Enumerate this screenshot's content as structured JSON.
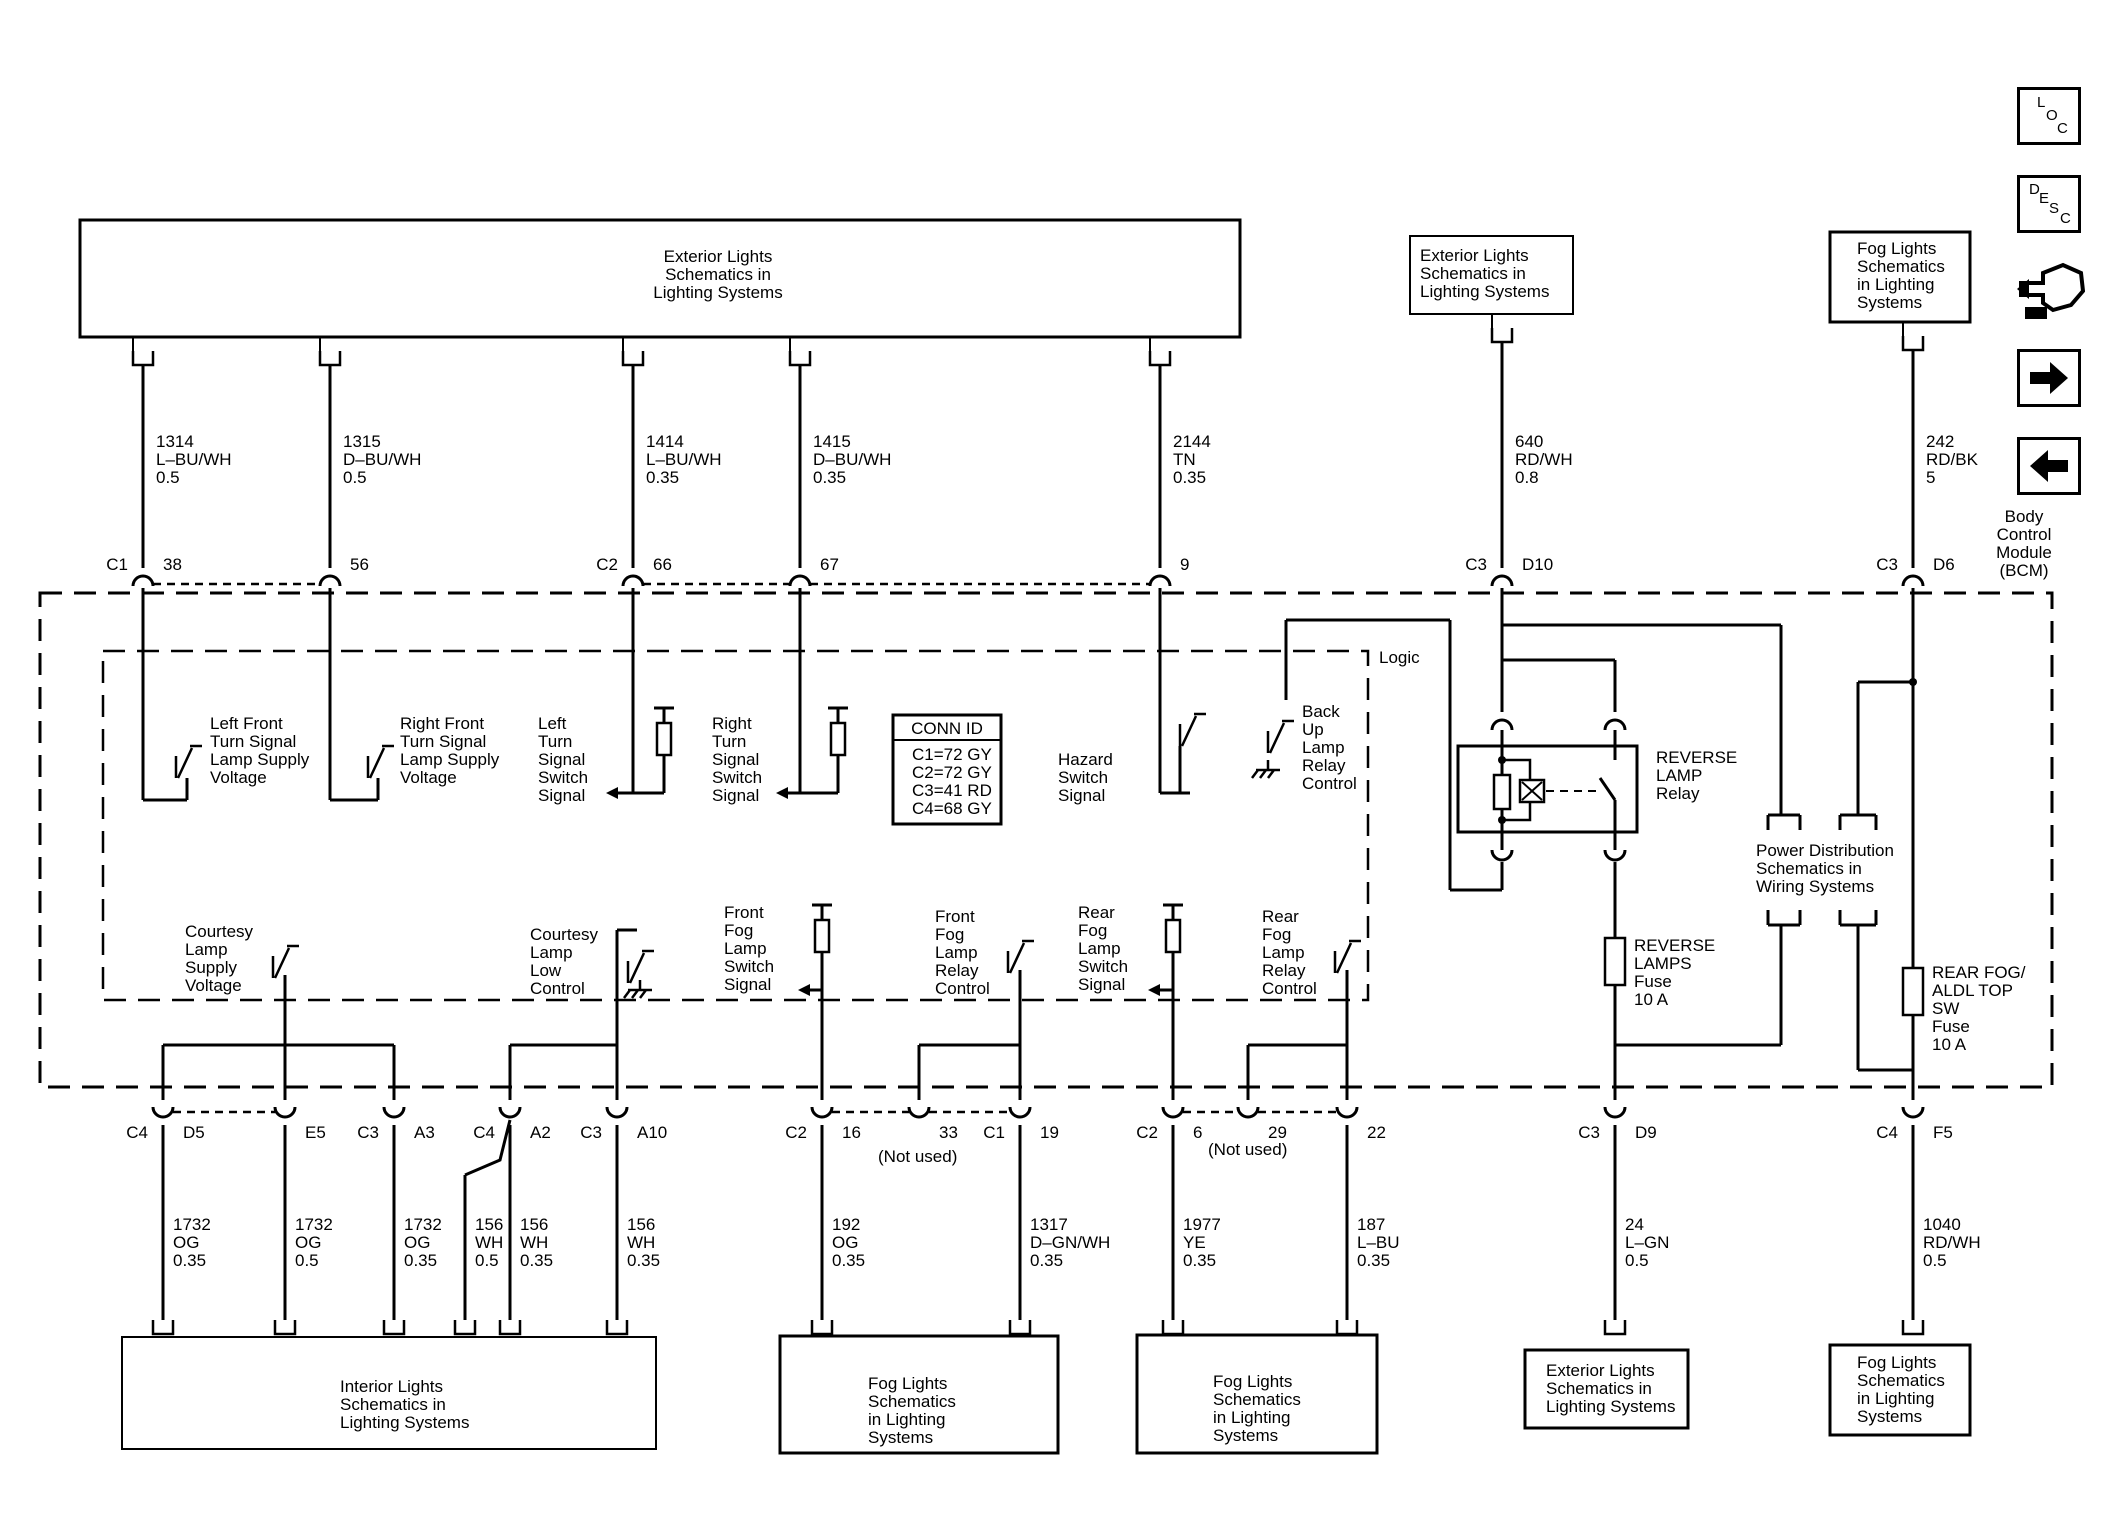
{
  "diagram": {
    "top_box": [
      "Exterior Lights",
      "Schematics in",
      "Lighting Systems"
    ],
    "ext_box_right": [
      "Exterior Lights",
      "Schematics in",
      "Lighting Systems"
    ],
    "fog_box_right": [
      "Fog Lights",
      "Schematics",
      "in Lighting",
      "Systems"
    ],
    "bcm_label": [
      "Body",
      "Control",
      "Module",
      "(BCM)"
    ],
    "logic_label": "Logic",
    "nav_icons": [
      "loc-icon",
      "desc-icon",
      "connector-icon",
      "next-arrow-icon",
      "prev-arrow-icon"
    ],
    "loc_letters": [
      "L",
      "O",
      "C"
    ],
    "desc_letters": [
      "D",
      "E",
      "S",
      "C"
    ],
    "wires_top": [
      {
        "circuit": "1314",
        "color": "L–BU/WH",
        "gauge": "0.5"
      },
      {
        "circuit": "1315",
        "color": "D–BU/WH",
        "gauge": "0.5"
      },
      {
        "circuit": "1414",
        "color": "L–BU/WH",
        "gauge": "0.35"
      },
      {
        "circuit": "1415",
        "color": "D–BU/WH",
        "gauge": "0.35"
      },
      {
        "circuit": "2144",
        "color": "TN",
        "gauge": "0.35"
      },
      {
        "circuit": "640",
        "color": "RD/WH",
        "gauge": "0.8"
      },
      {
        "circuit": "242",
        "color": "RD/BK",
        "gauge": "5"
      }
    ],
    "pins_top": [
      {
        "conn": "C1",
        "pin": "38"
      },
      {
        "conn": "",
        "pin": "56"
      },
      {
        "conn": "C2",
        "pin": "66"
      },
      {
        "conn": "",
        "pin": "67"
      },
      {
        "conn": "",
        "pin": "9"
      },
      {
        "conn": "C3",
        "pin": "D10"
      },
      {
        "conn": "C3",
        "pin": "D6"
      }
    ],
    "inputs_top": [
      [
        "Left Front",
        "Turn Signal",
        "Lamp Supply",
        "Voltage"
      ],
      [
        "Right Front",
        "Turn Signal",
        "Lamp Supply",
        "Voltage"
      ],
      [
        "Left",
        "Turn",
        "Signal",
        "Switch",
        "Signal"
      ],
      [
        "Right",
        "Turn",
        "Signal",
        "Switch",
        "Signal"
      ],
      [
        "Hazard",
        "Switch",
        "Signal"
      ],
      [
        "Back",
        "Up",
        "Lamp",
        "Relay",
        "Control"
      ]
    ],
    "conn_id": {
      "title": "CONN ID",
      "rows": [
        "C1=72 GY",
        "C2=72 GY",
        "C3=41 RD",
        "C4=68 GY"
      ]
    },
    "relay_label": [
      "REVERSE",
      "LAMP",
      "Relay"
    ],
    "pd_label": [
      "Power Distribution",
      "Schematics in",
      "Wiring Systems"
    ],
    "fuse_reverse": [
      "REVERSE",
      "LAMPS",
      "Fuse",
      "10 A"
    ],
    "fuse_fog": [
      "REAR FOG/",
      "ALDL TOP",
      "SW",
      "Fuse",
      "10 A"
    ],
    "inputs_bottom": [
      [
        "Courtesy",
        "Lamp",
        "Supply",
        "Voltage"
      ],
      [
        "Courtesy",
        "Lamp",
        "Low",
        "Control"
      ],
      [
        "Front",
        "Fog",
        "Lamp",
        "Switch",
        "Signal"
      ],
      [
        "Front",
        "Fog",
        "Lamp",
        "Relay",
        "Control"
      ],
      [
        "Rear",
        "Fog",
        "Lamp",
        "Switch",
        "Signal"
      ],
      [
        "Rear",
        "Fog",
        "Lamp",
        "Relay",
        "Control"
      ]
    ],
    "pins_bottom": [
      {
        "conn": "C4",
        "pin": "D5"
      },
      {
        "conn": "",
        "pin": "E5"
      },
      {
        "conn": "C3",
        "pin": "A3"
      },
      {
        "conn": "C4",
        "pin": "A2"
      },
      {
        "conn": "C3",
        "pin": "A10"
      },
      {
        "conn": "C2",
        "pin": "16"
      },
      {
        "conn": "",
        "pin": "33"
      },
      {
        "conn": "C1",
        "pin": "19"
      },
      {
        "conn": "C2",
        "pin": "6"
      },
      {
        "conn": "",
        "pin": "29"
      },
      {
        "conn": "",
        "pin": "22"
      },
      {
        "conn": "C3",
        "pin": "D9"
      },
      {
        "conn": "C4",
        "pin": "F5"
      }
    ],
    "not_used": "(Not used)",
    "wires_bottom": [
      {
        "circuit": "1732",
        "color": "OG",
        "gauge": "0.35"
      },
      {
        "circuit": "1732",
        "color": "OG",
        "gauge": "0.5"
      },
      {
        "circuit": "1732",
        "color": "OG",
        "gauge": "0.35"
      },
      {
        "circuit": "156",
        "color": "WH",
        "gauge": "0.5"
      },
      {
        "circuit": "156",
        "color": "WH",
        "gauge": "0.35"
      },
      {
        "circuit": "156",
        "color": "WH",
        "gauge": "0.35"
      },
      {
        "circuit": "192",
        "color": "OG",
        "gauge": "0.35"
      },
      {
        "circuit": "1317",
        "color": "D–GN/WH",
        "gauge": "0.35"
      },
      {
        "circuit": "1977",
        "color": "YE",
        "gauge": "0.35"
      },
      {
        "circuit": "187",
        "color": "L–BU",
        "gauge": "0.35"
      },
      {
        "circuit": "24",
        "color": "L–GN",
        "gauge": "0.5"
      },
      {
        "circuit": "1040",
        "color": "RD/WH",
        "gauge": "0.5"
      }
    ],
    "bottom_boxes": [
      [
        "Interior Lights",
        "Schematics in",
        "Lighting Systems"
      ],
      [
        "Fog Lights",
        "Schematics",
        "in Lighting",
        "Systems"
      ],
      [
        "Fog Lights",
        "Schematics",
        "in Lighting",
        "Systems"
      ],
      [
        "Exterior Lights",
        "Schematics in",
        "Lighting Systems"
      ],
      [
        "Fog Lights",
        "Schematics",
        "in Lighting",
        "Systems"
      ]
    ]
  }
}
